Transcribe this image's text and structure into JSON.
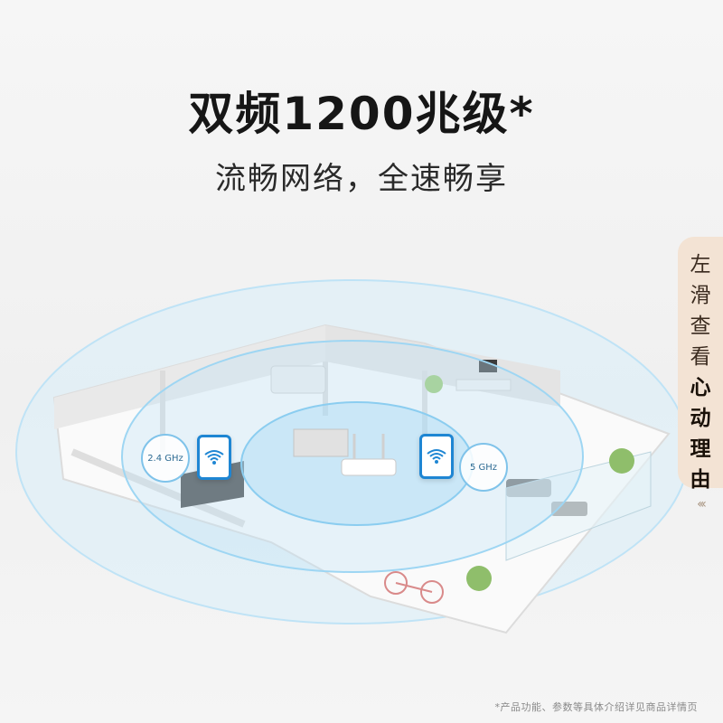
{
  "header": {
    "title": "双频1200兆级*",
    "subtitle": "流畅网络，全速畅享"
  },
  "illustration": {
    "left_band_label": "2.4 GHz",
    "right_band_label": "5 GHz",
    "icons": [
      "wifi-phone-icon",
      "router-icon"
    ]
  },
  "side_tab": {
    "chars": [
      "左",
      "滑",
      "查",
      "看",
      "心",
      "动",
      "理",
      "由"
    ],
    "arrows": "‹‹‹"
  },
  "footer": {
    "note": "*产品功能、参数等具体介绍详见商品详情页"
  },
  "colors": {
    "ring_blue": "#9ed6f3",
    "phone_blue": "#1e86d3",
    "tab_bg": "#f3e3d4",
    "title": "#161616"
  }
}
